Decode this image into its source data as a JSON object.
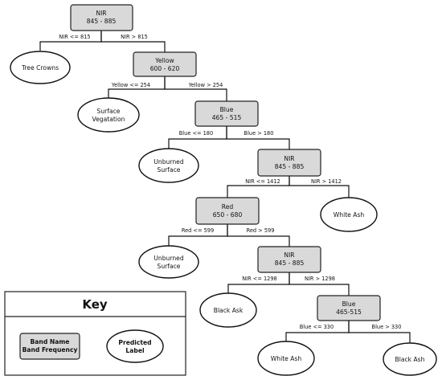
{
  "colors": {
    "split_fill": "#d9d9d9",
    "leaf_fill": "#ffffff",
    "line": "#111111"
  },
  "tree": {
    "n1": {
      "band": "NIR",
      "range": "845 - 885",
      "left_edge": "NIR <= 815",
      "right_edge": "NIR > 815"
    },
    "leaf_tree_crowns": "Tree Crowns",
    "n2": {
      "band": "Yellow",
      "range": "600 - 620",
      "left_edge": "Yellow <= 254",
      "right_edge": "Yellow > 254"
    },
    "leaf_surface_vegetation": [
      "Surface",
      "Vegatation"
    ],
    "n3": {
      "band": "Blue",
      "range": "465 - 515",
      "left_edge": "Blue <= 180",
      "right_edge": "Blue > 180"
    },
    "leaf_unburned_1": [
      "Unburned",
      "Surface"
    ],
    "n4": {
      "band": "NIR",
      "range": "845 - 885",
      "left_edge": "NIR <= 1412",
      "right_edge": "NIR > 1412"
    },
    "leaf_white_ash_1": "White Ash",
    "n5": {
      "band": "Red",
      "range": "650 - 680",
      "left_edge": "Red <= 599",
      "right_edge": "Red > 599"
    },
    "leaf_unburned_2": [
      "Unburned",
      "Surface"
    ],
    "n6": {
      "band": "NIR",
      "range": "845 - 885",
      "left_edge": "NIR <= 1298",
      "right_edge": "NIR > 1298"
    },
    "leaf_black_ask": "Black Ask",
    "n7": {
      "band": "Blue",
      "range": "465-515",
      "left_edge": "Blue <= 330",
      "right_edge": "Blue > 330"
    },
    "leaf_white_ash_2": "White Ash",
    "leaf_black_ash": "Black Ash"
  },
  "key": {
    "title": "Key",
    "box": [
      "Band Name",
      "Band Frequency"
    ],
    "ellipse": [
      "Predicted",
      "Label"
    ]
  }
}
